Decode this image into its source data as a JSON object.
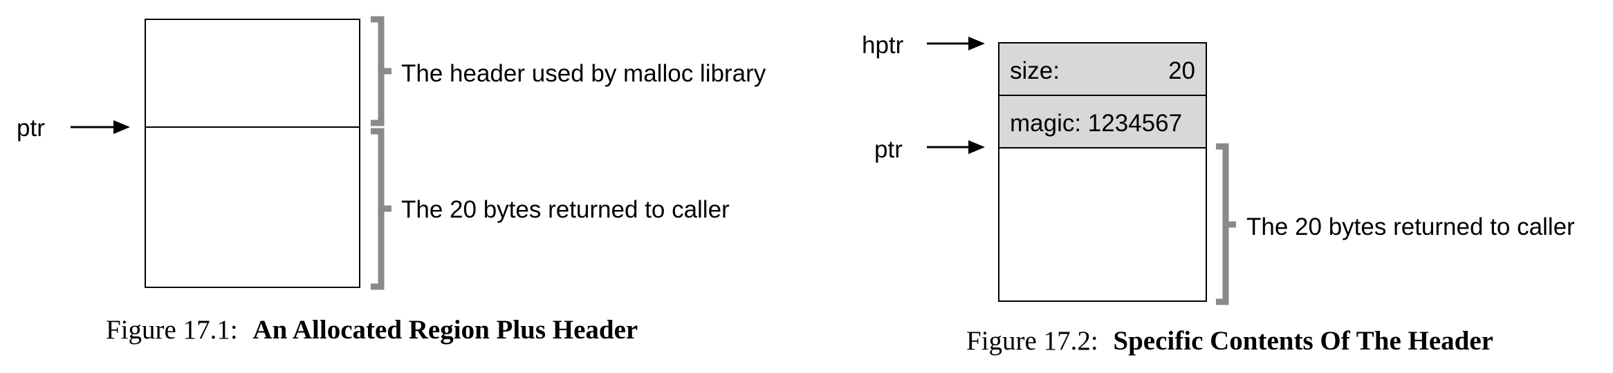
{
  "figure1": {
    "pointer_label": "ptr",
    "header_description": "The header used by malloc library",
    "body_description": "The 20 bytes returned to caller",
    "caption_number": "Figure 17.1:",
    "caption_title": "An Allocated Region Plus Header"
  },
  "figure2": {
    "header_pointer_label": "hptr",
    "pointer_label": "ptr",
    "size_field_label": "size:",
    "size_field_value": "20",
    "magic_field": "magic: 1234567",
    "body_description": "The 20 bytes returned to caller",
    "caption_number": "Figure 17.2:",
    "caption_title": "Specific Contents Of The Header"
  }
}
